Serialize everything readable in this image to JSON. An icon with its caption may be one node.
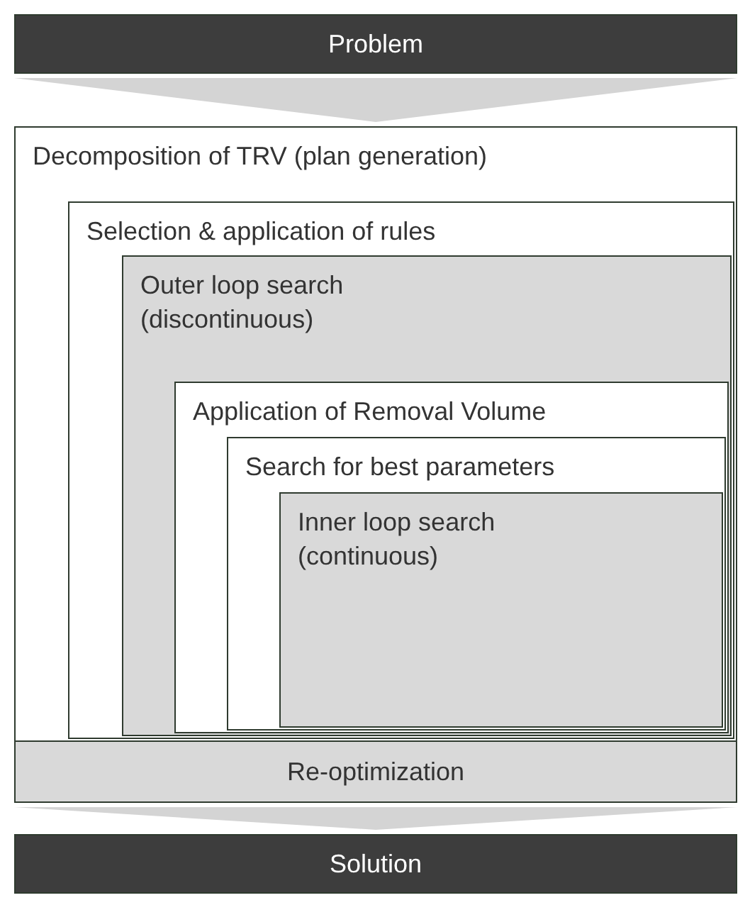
{
  "diagram": {
    "nodes": [
      {
        "text": [
          "Problem"
        ]
      },
      {
        "text": [
          "Decomposition of TRV (plan generation)"
        ]
      },
      {
        "text": [
          "Selection & application of rules"
        ],
        "in": 1
      },
      {
        "text": [
          "Outer loop search (discontinuous)"
        ],
        "in": 2
      },
      {
        "text": [
          "Application of Removal Volume"
        ],
        "in": 3
      },
      {
        "text": [
          "Search for best parameters"
        ],
        "in": 4
      },
      {
        "text": [
          "Inner loop search (continuous)"
        ],
        "in": 5
      },
      {
        "text": [
          "Re-optimization"
        ]
      },
      {
        "text": [
          "Solution"
        ]
      }
    ],
    "edges": [
      {
        "from": 0,
        "to": 1,
        "arrow": "to"
      },
      {
        "from": 7,
        "to": 8,
        "arrow": "to"
      }
    ]
  }
}
